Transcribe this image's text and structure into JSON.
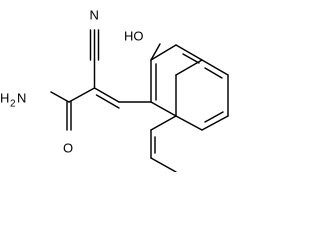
{
  "molecule": {
    "labels": {
      "nitrile_nitrogen": "N",
      "hydroxyl": "HO",
      "amide_h": "H",
      "amide_subscript": "2",
      "amide_n": "N",
      "carbonyl_oxygen": "O"
    }
  }
}
